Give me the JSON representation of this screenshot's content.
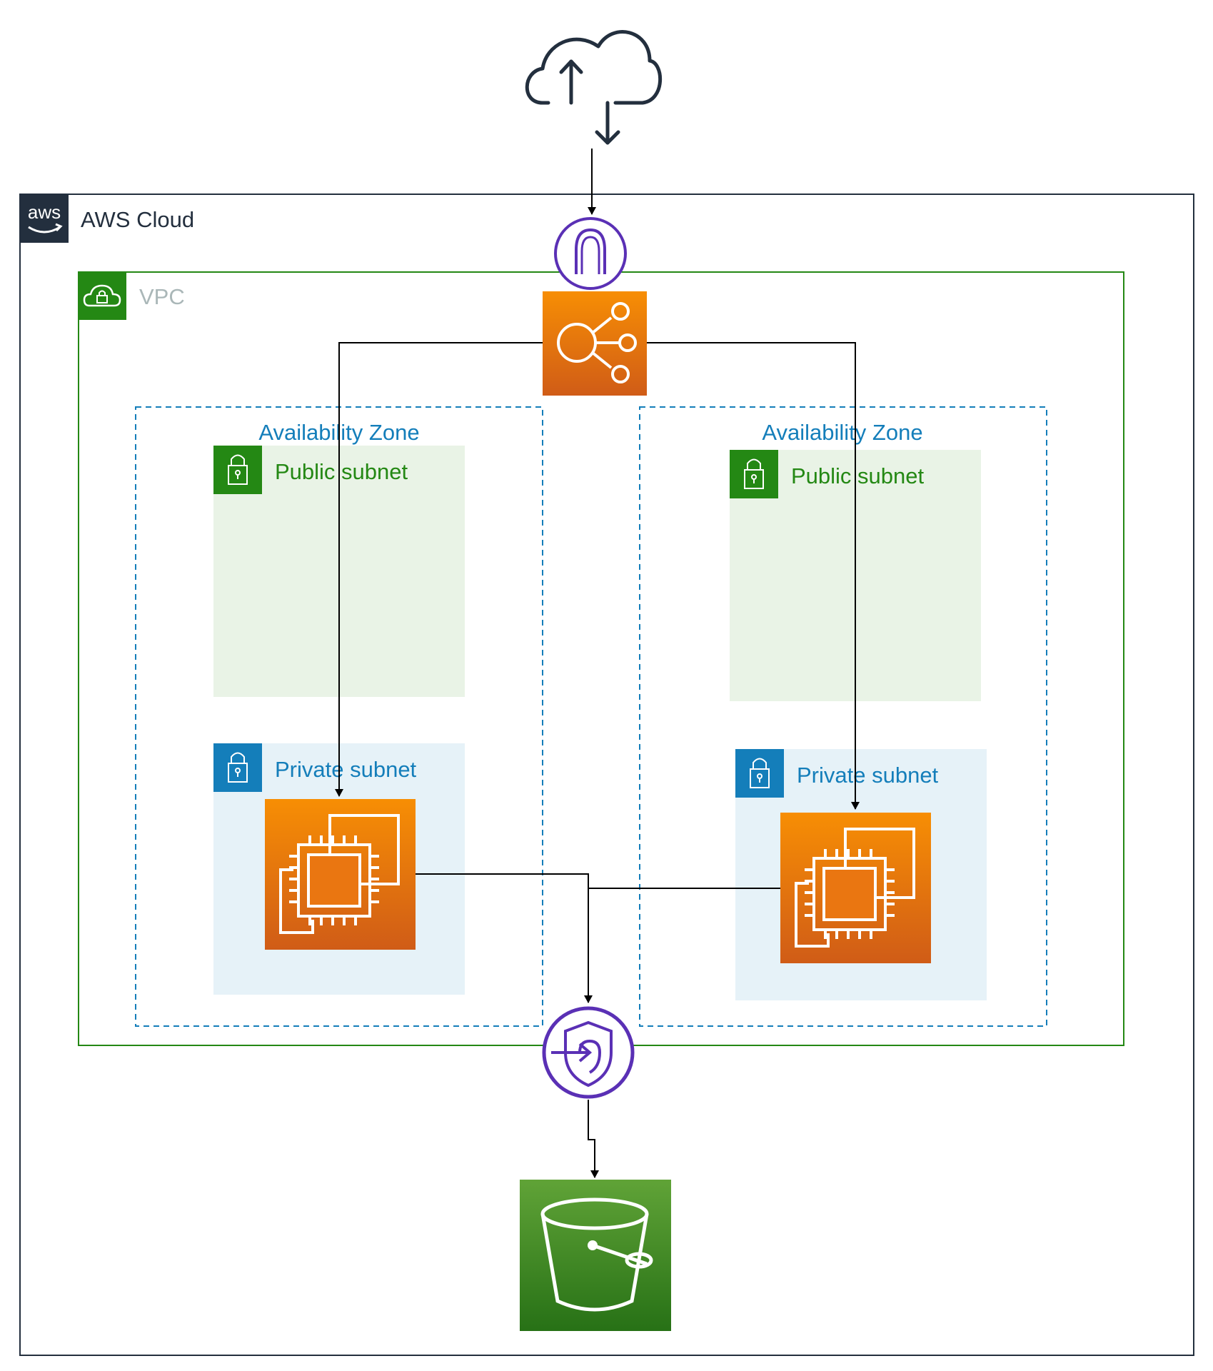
{
  "groups": {
    "aws_cloud": {
      "label": "AWS Cloud",
      "logo_text": "aws"
    },
    "vpc": {
      "label": "VPC"
    },
    "az_left": {
      "label": "Availability Zone"
    },
    "az_right": {
      "label": "Availability Zone"
    },
    "public_subnet_left": {
      "label": "Public subnet"
    },
    "public_subnet_right": {
      "label": "Public subnet"
    },
    "private_subnet_left": {
      "label": "Private subnet"
    },
    "private_subnet_right": {
      "label": "Private subnet"
    }
  },
  "nodes": {
    "internet": {
      "icon": "cloud-upload-download-icon"
    },
    "internet_gateway": {
      "icon": "internet-gateway-icon"
    },
    "load_balancer": {
      "icon": "elastic-load-balancing-icon"
    },
    "ec2_left": {
      "icon": "ec2-instances-icon"
    },
    "ec2_right": {
      "icon": "ec2-instances-icon"
    },
    "vpc_endpoint": {
      "icon": "vpc-endpoint-icon"
    },
    "s3_bucket": {
      "icon": "s3-bucket-icon"
    }
  },
  "edges": [
    {
      "from": "internet",
      "to": "internet_gateway"
    },
    {
      "from": "load_balancer",
      "to": "ec2_left"
    },
    {
      "from": "load_balancer",
      "to": "ec2_right"
    },
    {
      "from": "ec2_left",
      "to": "vpc_endpoint"
    },
    {
      "from": "ec2_right",
      "to": "vpc_endpoint"
    },
    {
      "from": "vpc_endpoint",
      "to": "s3_bucket"
    }
  ],
  "colors": {
    "aws_cloud_border": "#232F3E",
    "vpc_green": "#248814",
    "az_blue": "#147EBA",
    "public_fill": "#E9F3E6",
    "private_fill": "#E6F2F8",
    "compute_orange_top": "#F78E04",
    "compute_orange_bottom": "#D05C17",
    "storage_green_top": "#60A337",
    "storage_green_bottom": "#277116",
    "network_purple": "#5A30B5",
    "vpc_label_grey": "#AAB7B8"
  }
}
